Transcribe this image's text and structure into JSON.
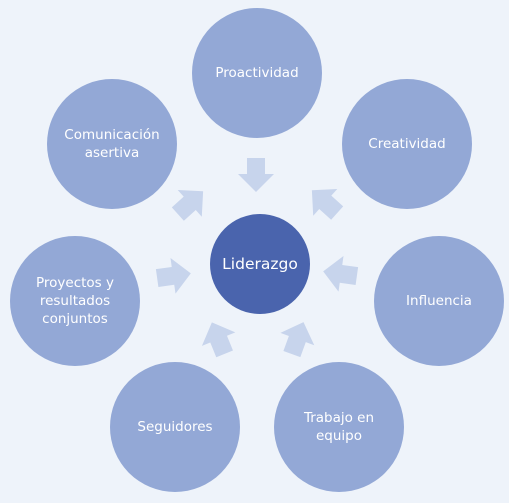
{
  "center": {
    "label": "Liderazgo"
  },
  "nodes": [
    {
      "id": "proactividad",
      "label": "Proactividad"
    },
    {
      "id": "creatividad",
      "label": "Creatividad"
    },
    {
      "id": "influencia",
      "label": "Influencia"
    },
    {
      "id": "trabajo-en-equipo",
      "label": "Trabajo en\nequipo"
    },
    {
      "id": "seguidores",
      "label": "Seguidores"
    },
    {
      "id": "proyectos-y-resultados-conjuntos",
      "label": "Proyectos y\nresultados\nconjuntos"
    },
    {
      "id": "comunicacion-asertiva",
      "label": "Comunicación\nasertiva"
    }
  ],
  "colors": {
    "background": "#eef3fa",
    "outer_circle": "#93a8d6",
    "center_circle": "#4a64ad",
    "arrow": "#c7d4ec",
    "text": "#ffffff"
  }
}
